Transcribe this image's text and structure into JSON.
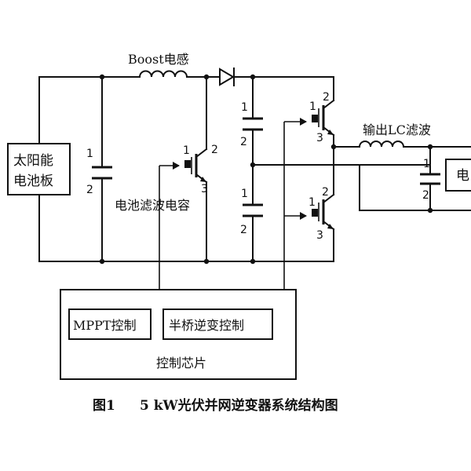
{
  "diagram": {
    "labels": {
      "boost_inductor": "Boost电感",
      "solar_panel_line1": "太阳能",
      "solar_panel_line2": "电池板",
      "battery_filter_cap": "电池滤波电容",
      "output_lc_filter": "输出LC滤波",
      "load": "电",
      "mppt_control": "MPPT控制",
      "half_bridge_control": "半桥逆变控制",
      "control_chip": "控制芯片"
    },
    "pin_numbers": {
      "one": "1",
      "two": "2",
      "three": "3"
    },
    "caption": {
      "figure_no": "图1",
      "title": "5 kW光伏并网逆变器系统结构图"
    }
  }
}
